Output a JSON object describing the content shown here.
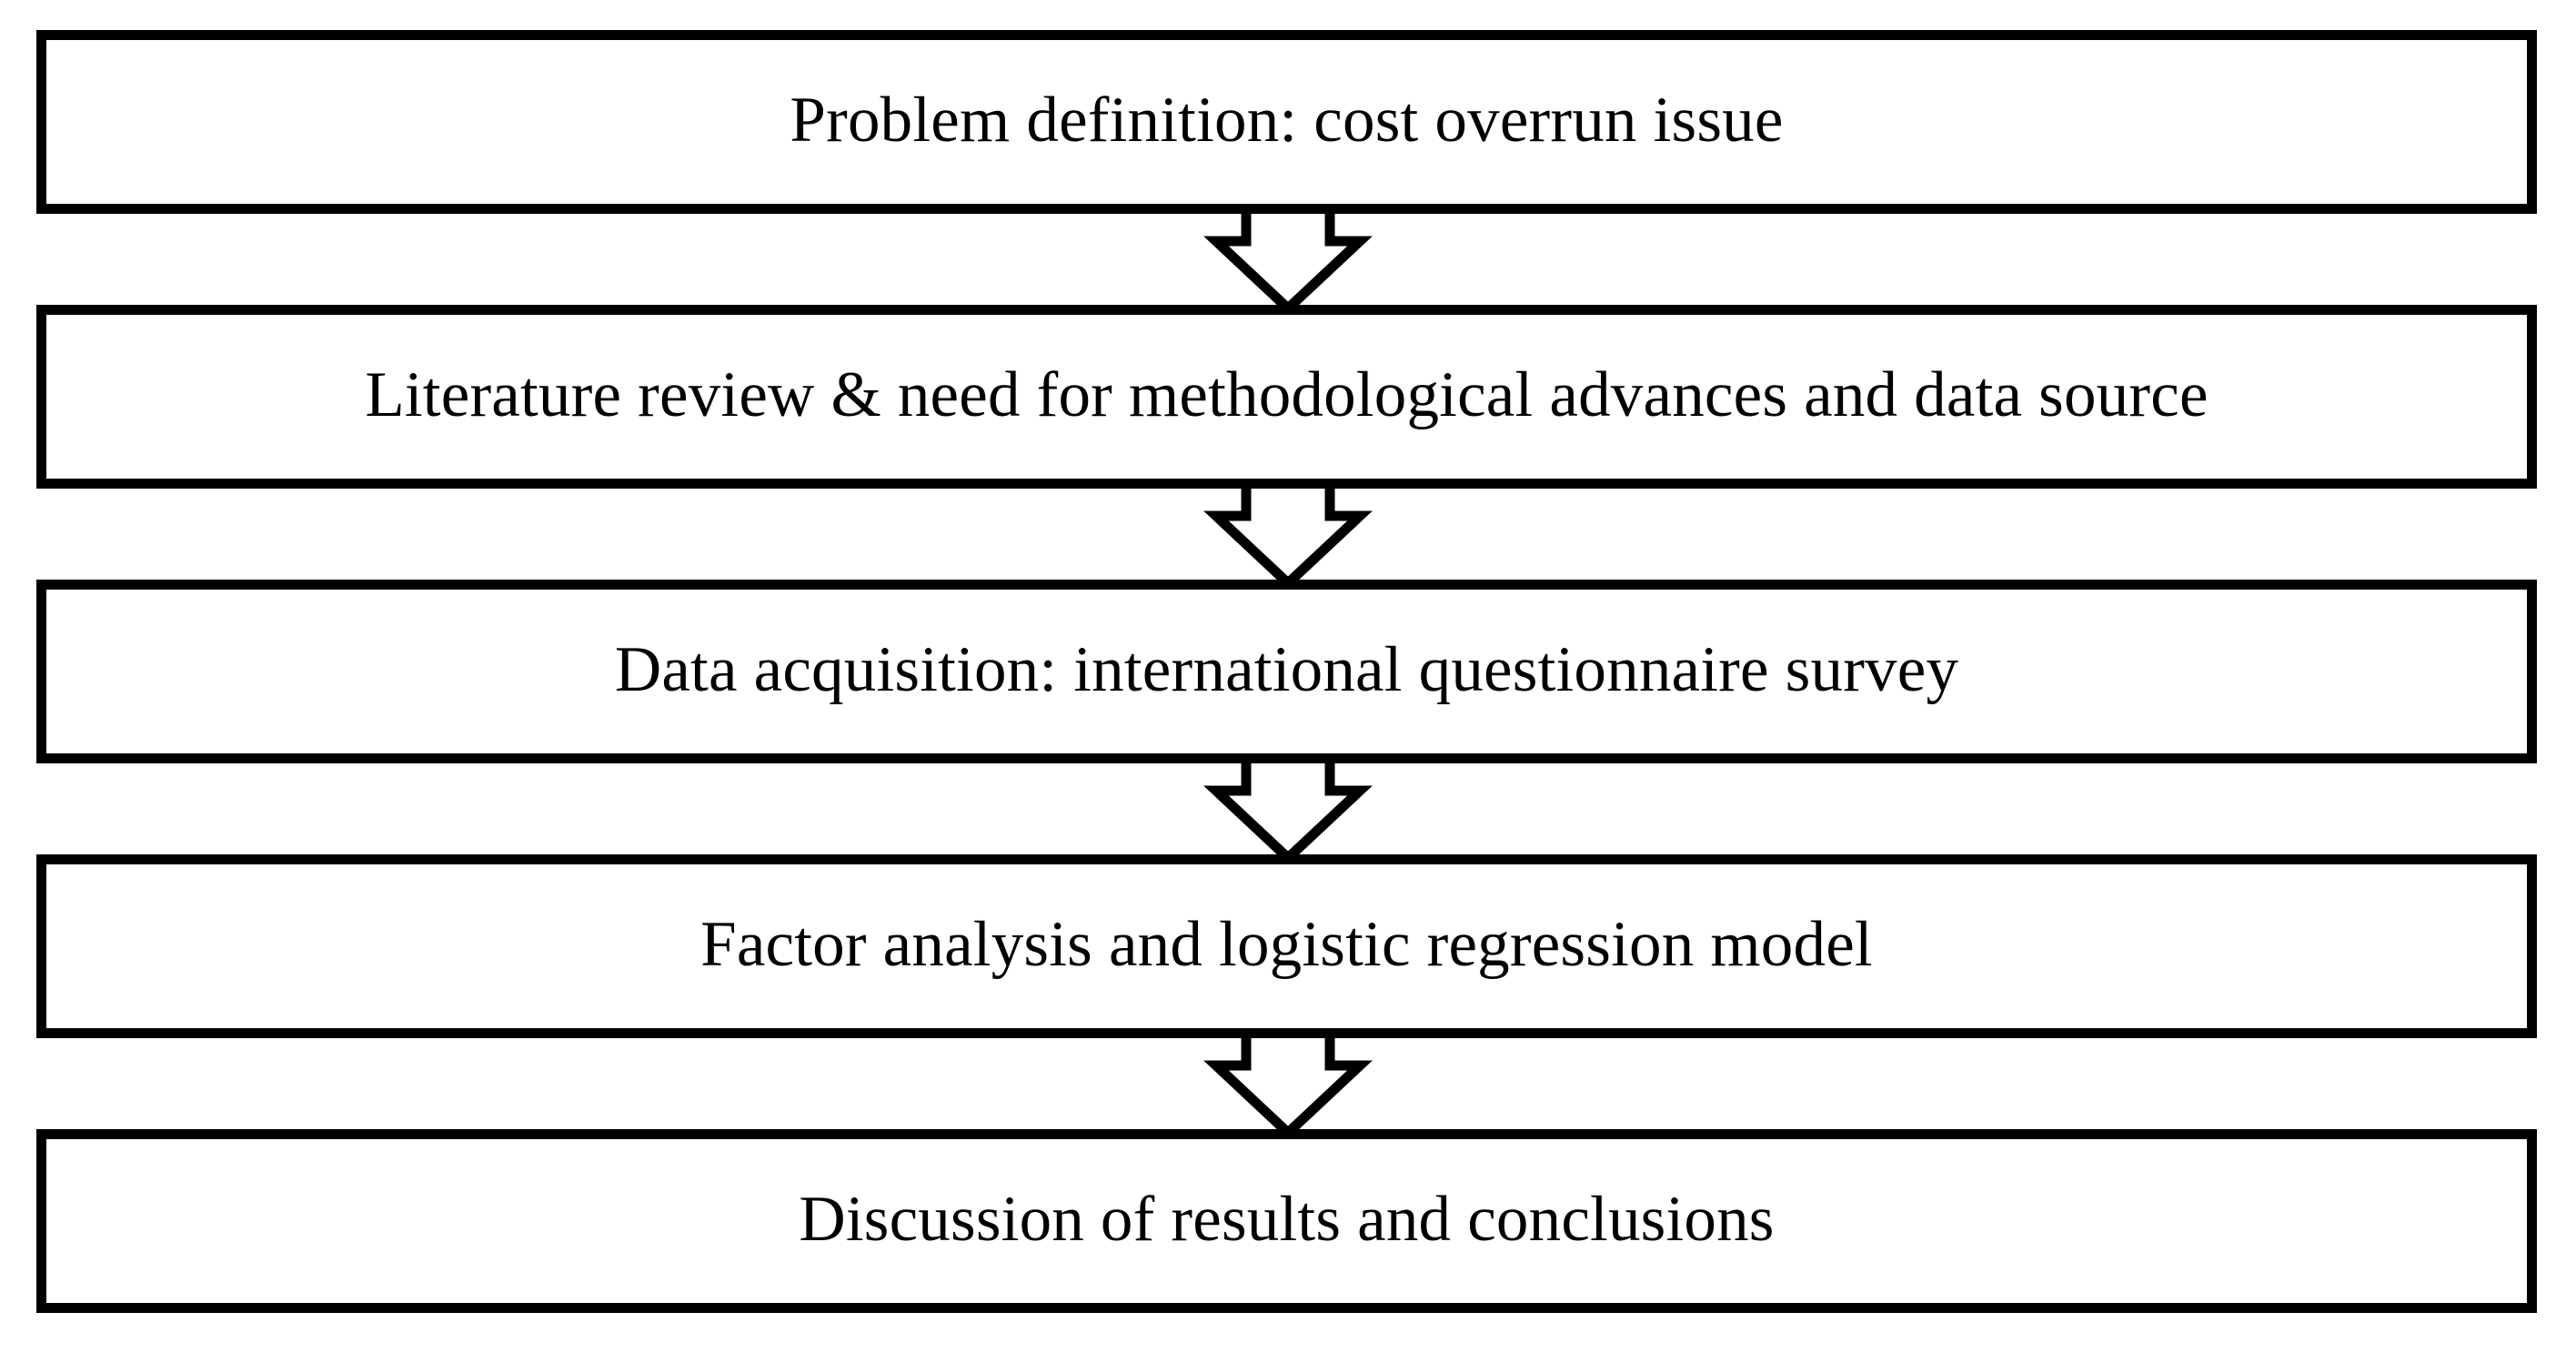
{
  "diagram": {
    "type": "flowchart",
    "orientation": "vertical",
    "title": "Research methodology flowchart",
    "node_count": 5,
    "connector_count": 4,
    "colors": {
      "stroke": "#000000",
      "fill": "#ffffff",
      "text": "#000000",
      "background": "#ffffff"
    },
    "nodes": [
      {
        "id": "problem-definition",
        "label": "Problem definition: cost overrun issue"
      },
      {
        "id": "literature-review",
        "label": "Literature review & need for methodological advances and data source"
      },
      {
        "id": "data-acquisition",
        "label": "Data acquisition: international questionnaire survey"
      },
      {
        "id": "analysis-model",
        "label": "Factor analysis and logistic regression model"
      },
      {
        "id": "discussion",
        "label": "Discussion of results and conclusions"
      }
    ],
    "connectors": [
      {
        "id": "arrow-1",
        "from": "problem-definition",
        "to": "literature-review",
        "shape": "hollow-block-arrow",
        "direction": "down"
      },
      {
        "id": "arrow-2",
        "from": "literature-review",
        "to": "data-acquisition",
        "shape": "hollow-block-arrow",
        "direction": "down"
      },
      {
        "id": "arrow-3",
        "from": "data-acquisition",
        "to": "analysis-model",
        "shape": "hollow-block-arrow",
        "direction": "down"
      },
      {
        "id": "arrow-4",
        "from": "analysis-model",
        "to": "discussion",
        "shape": "hollow-block-arrow",
        "direction": "down"
      }
    ]
  }
}
